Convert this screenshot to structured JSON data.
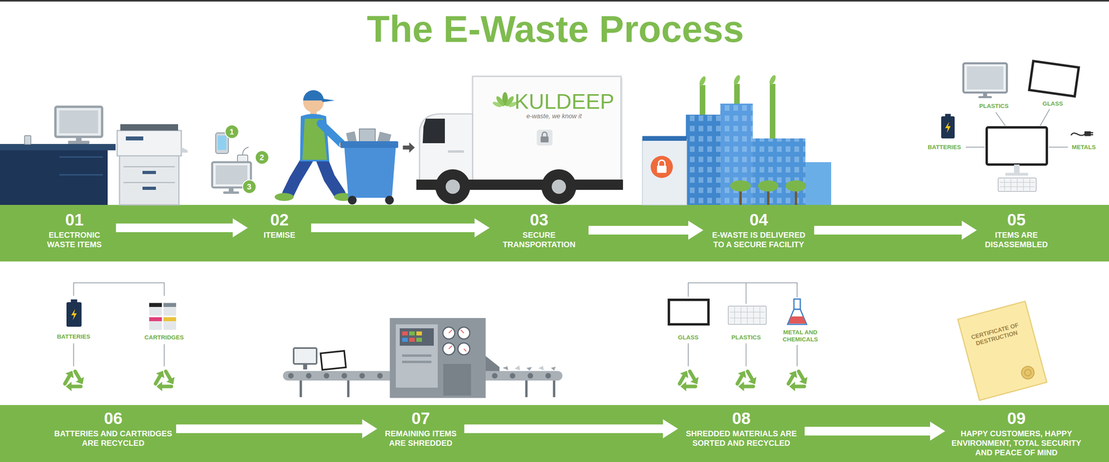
{
  "diagram": {
    "title": "The E-Waste Process",
    "nodes": [
      {
        "text": [
          "01",
          "ELECTRONIC WASTE ITEMS"
        ]
      },
      {
        "text": [
          "02",
          "ITEMISE"
        ]
      },
      {
        "text": [
          "03",
          "SECURE TRANSPORTATION"
        ]
      },
      {
        "text": [
          "04",
          "E-WASTE IS DELIVERED TO A SECURE FACILITY"
        ]
      },
      {
        "text": [
          "05",
          "ITEMS ARE DISASSEMBLED"
        ]
      },
      {
        "text": [
          "06",
          "BATTERIES AND CARTRIDGES ARE RECYCLED"
        ]
      },
      {
        "text": [
          "07",
          "REMAINING ITEMS ARE SHREDDED"
        ]
      },
      {
        "text": [
          "08",
          "SHREDDED MATERIALS ARE SORTED AND RECYCLED"
        ]
      },
      {
        "text": [
          "09",
          "HAPPY CUSTOMERS, HAPPY ENVIRONMENT, TOTAL SECURITY AND PEACE OF MIND"
        ]
      }
    ],
    "edges": [
      {
        "from": 0,
        "to": 1,
        "arrow": "to"
      },
      {
        "from": 1,
        "to": 2,
        "arrow": "to"
      },
      {
        "from": 2,
        "to": 3,
        "arrow": "to"
      },
      {
        "from": 3,
        "to": 4,
        "arrow": "to"
      },
      {
        "from": 5,
        "to": 6,
        "arrow": "to"
      },
      {
        "from": 6,
        "to": 7,
        "arrow": "to"
      },
      {
        "from": 7,
        "to": 8,
        "arrow": "to"
      }
    ],
    "labels": [
      "1",
      "2",
      "3",
      "KULDEEP",
      "e-waste, we know it",
      "PLASTICS",
      "GLASS",
      "BATTERIES",
      "METALS",
      "BATTERIES",
      "CARTRIDGES",
      "GLASS",
      "PLASTICS",
      "METAL AND CHEMICALS",
      "CERTIFICATE OF DESTRUCTION"
    ]
  }
}
